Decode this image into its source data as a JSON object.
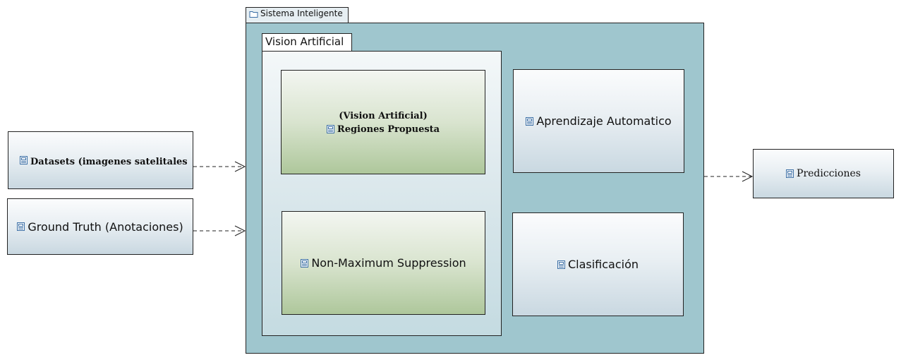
{
  "package": {
    "name": "Sistema Inteligente",
    "icon": "folder-icon"
  },
  "vision": {
    "label": "Vision Artificial",
    "regiones": {
      "line1": "(Vision Artificial)",
      "line2": "Regiones Propuesta"
    },
    "nms": "Non-Maximum Suppression"
  },
  "components": {
    "aprendizaje": "Aprendizaje Automatico",
    "clasificacion": "Clasificación",
    "datasets": "Datasets (imagenes satelitales",
    "ground_truth": "Ground Truth (Anotaciones)",
    "predicciones": "Predicciones"
  },
  "colors": {
    "package_fill": "#9fc6ce",
    "inner_fill": "#cde0e6",
    "border": "#222222"
  },
  "icons": {
    "component": "component-icon",
    "package": "folder-icon"
  }
}
